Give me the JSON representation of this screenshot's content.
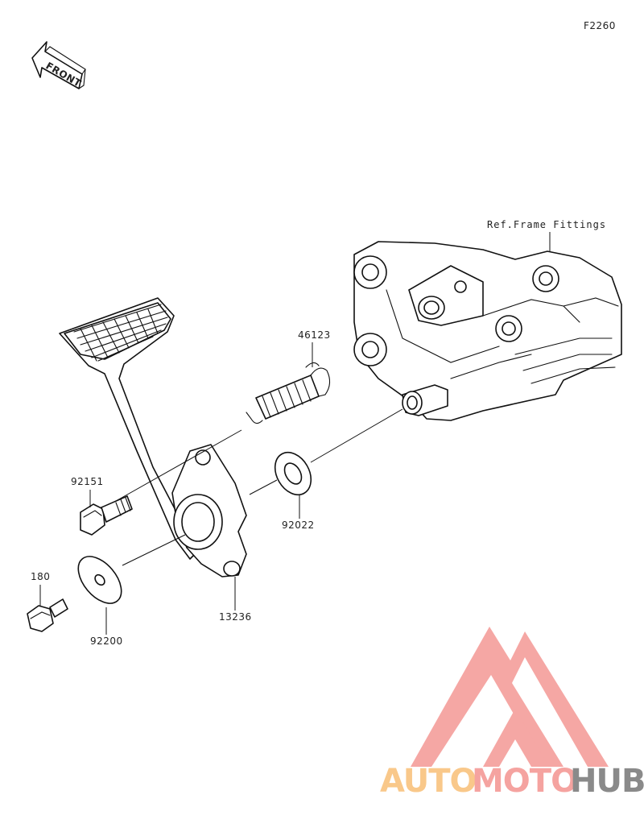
{
  "diagram_code": "F2260",
  "front_label": "FRONT",
  "reference_label": "Ref.Frame Fittings",
  "parts": [
    {
      "number": "46123"
    },
    {
      "number": "92151"
    },
    {
      "number": "92022"
    },
    {
      "number": "180"
    },
    {
      "number": "13236"
    },
    {
      "number": "92200"
    }
  ],
  "watermark": {
    "word_1": "AUTO",
    "word_2": "MOTO",
    "word_3": "HUB",
    "color_primary": "#f5a3a0",
    "color_accent": "#f9c88a",
    "color_dark": "#8a8a8a"
  }
}
